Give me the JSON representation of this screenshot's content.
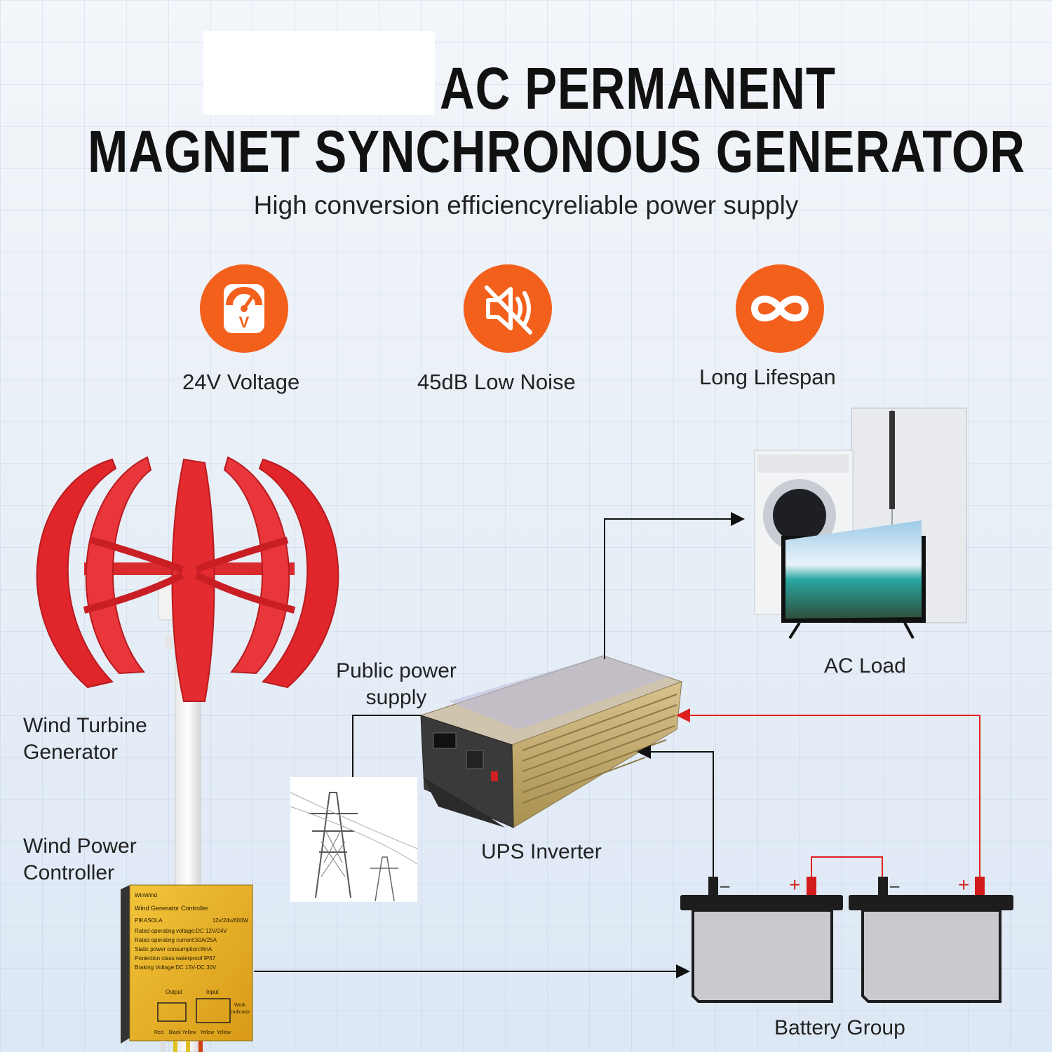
{
  "header": {
    "title_line1": "AC PERMANENT",
    "title_line2": "MAGNET SYNCHRONOUS GENERATOR",
    "subtitle": "High conversion efficiencyreliable power supply"
  },
  "features": [
    {
      "label": "24V Voltage",
      "icon": "voltmeter-icon"
    },
    {
      "label": "45dB Low Noise",
      "icon": "mute-speaker-icon"
    },
    {
      "label": "Long Lifespan",
      "icon": "infinity-icon"
    }
  ],
  "diagram": {
    "wind_turbine": {
      "line1": "Wind Turbine",
      "line2": "Generator"
    },
    "wind_controller": {
      "line1": "Wind Power",
      "line2": "Controller"
    },
    "public_power": {
      "line1": "Public power",
      "line2": "supply"
    },
    "ups_inverter": "UPS Inverter",
    "ac_load": "AC Load",
    "battery_group": "Battery Group",
    "terminal_plus": "+",
    "terminal_minus": "–"
  },
  "controller_panel": {
    "brand": "WinWind",
    "name": "Wind Generator Controller",
    "model": "PIKASOLA",
    "model_rating": "12v/24v/600W",
    "specs": [
      "Rated operating voltage:DC 12V/24V",
      "Rated operating current:50A/25A",
      "Static power consumption:8mA",
      "Protection class:waterproof IP67",
      "Braking Voltage:DC 15V-DC 30V"
    ],
    "output_label": "Output",
    "input_label": "Input",
    "work_label": "Work",
    "indicator_label": "indicator",
    "wire_labels": "Red    Black Yellow   Yellow  Yellow"
  },
  "colors": {
    "accent": "#f3601c",
    "blade_red": "#e0262b",
    "wire_red": "#e02020",
    "wire_black": "#111111"
  }
}
